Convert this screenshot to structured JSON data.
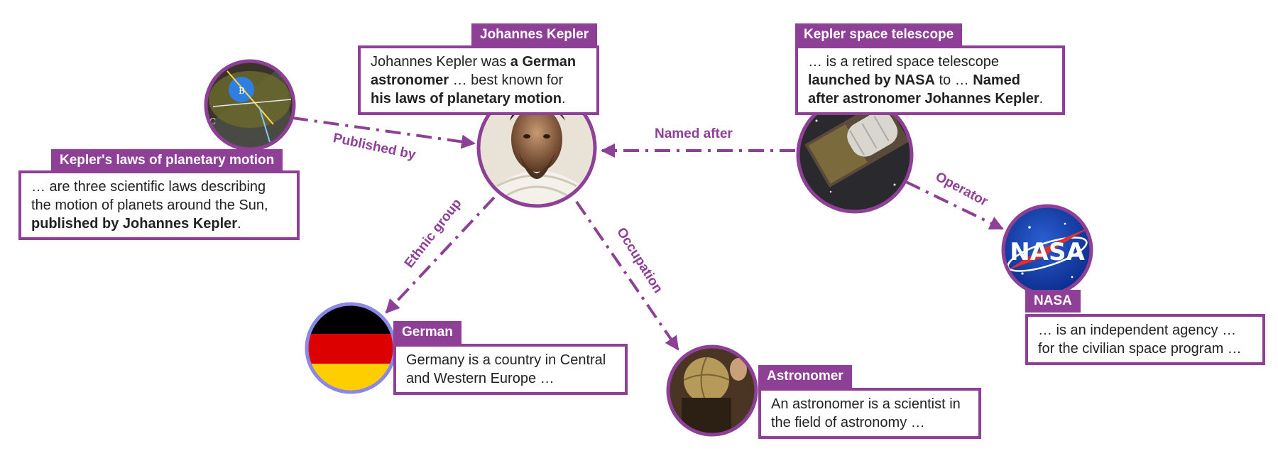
{
  "colors": {
    "accent": "#8e3f96",
    "flag_ring": "#8b87e8"
  },
  "nodes": {
    "kepler": {
      "title": "Johannes Kepler",
      "desc": [
        [
          {
            "t": "Johannes Kepler was "
          },
          {
            "t": "a German",
            "b": true
          }
        ],
        [
          {
            "t": "astronomer",
            "b": true
          },
          {
            "t": " … best known for"
          }
        ],
        [
          {
            "t": "his laws of planetary motion",
            "b": true
          },
          {
            "t": "."
          }
        ]
      ]
    },
    "telescope": {
      "title": "Kepler space telescope",
      "desc": [
        [
          {
            "t": "… is a retired space telescope"
          }
        ],
        [
          {
            "t": "launched by NASA",
            "b": true
          },
          {
            "t": " to … "
          },
          {
            "t": "Named",
            "b": true
          }
        ],
        [
          {
            "t": "after astronomer Johannes Kepler",
            "b": true
          },
          {
            "t": "."
          }
        ]
      ]
    },
    "laws": {
      "title": "Kepler's laws of planetary motion",
      "desc": [
        [
          {
            "t": "… are three scientific laws describing"
          }
        ],
        [
          {
            "t": "the motion of planets around the Sun,"
          }
        ],
        [
          {
            "t": "published by Johannes Kepler",
            "b": true
          },
          {
            "t": "."
          }
        ]
      ]
    },
    "german": {
      "title": "German",
      "desc": [
        [
          {
            "t": "Germany is a country in Central"
          }
        ],
        [
          {
            "t": "and Western Europe …"
          }
        ]
      ]
    },
    "astronomer": {
      "title": "Astronomer",
      "desc": [
        [
          {
            "t": "An astronomer is a scientist in"
          }
        ],
        [
          {
            "t": "the field of astronomy …"
          }
        ]
      ]
    },
    "nasa": {
      "title": "NASA",
      "desc": [
        [
          {
            "t": "… is an independent agency …"
          }
        ],
        [
          {
            "t": "for the civilian space program …"
          }
        ]
      ],
      "logo_text": "NASA"
    }
  },
  "edges": {
    "published_by": "Published by",
    "named_after": "Named after",
    "operator": "Operator",
    "ethnic_group": "Ethnic group",
    "occupation": "Occupation"
  }
}
